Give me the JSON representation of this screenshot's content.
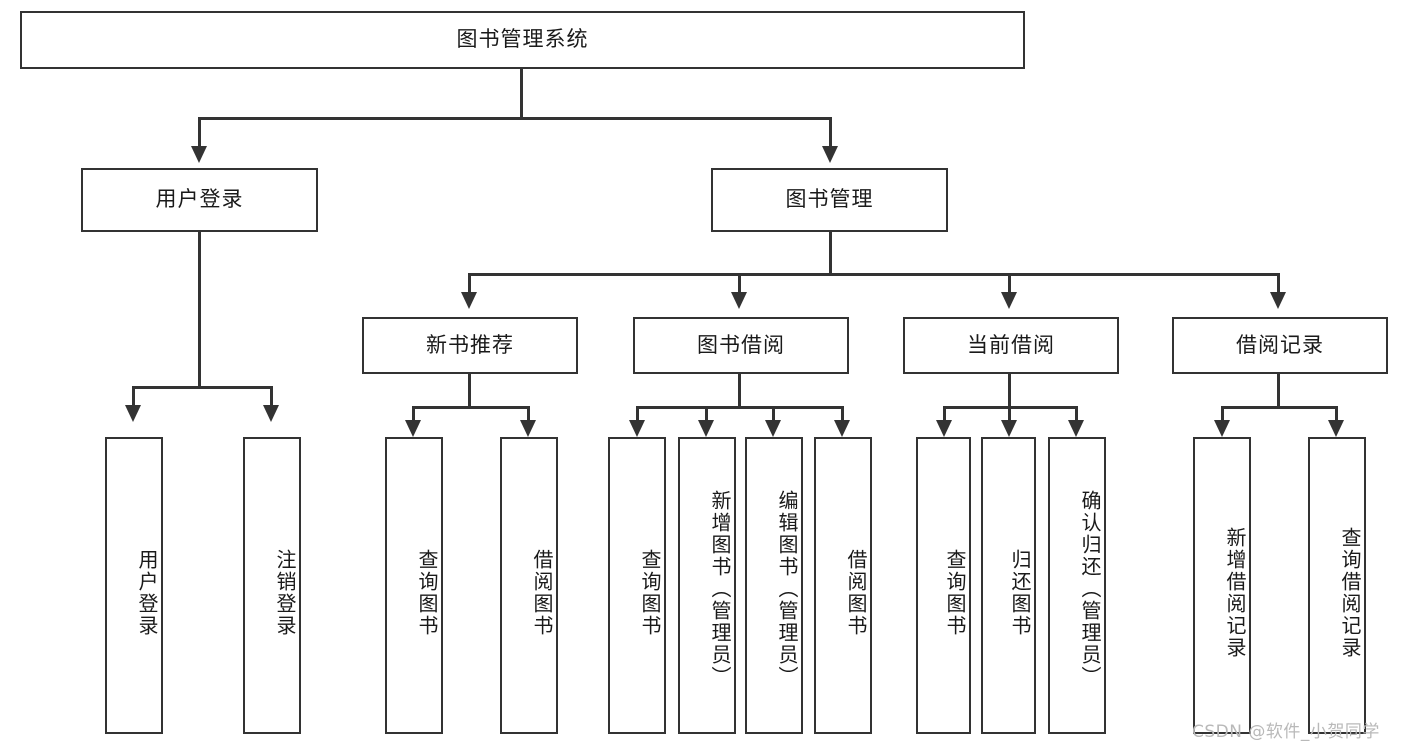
{
  "diagram": {
    "type": "tree-hierarchy",
    "title": "图书管理系统",
    "root": {
      "label": "图书管理系统"
    },
    "level2": [
      {
        "label": "用户登录"
      },
      {
        "label": "图书管理"
      }
    ],
    "level3": [
      {
        "label": "新书推荐"
      },
      {
        "label": "图书借阅"
      },
      {
        "label": "当前借阅"
      },
      {
        "label": "借阅记录"
      }
    ],
    "leaves": {
      "user_login": [
        {
          "label": "用户登录"
        },
        {
          "label": "注销登录"
        }
      ],
      "new_book_recommend": [
        {
          "label": "查询图书"
        },
        {
          "label": "借阅图书"
        }
      ],
      "book_borrow": [
        {
          "label": "查询图书"
        },
        {
          "label": "新增图书（管理员）"
        },
        {
          "label": "编辑图书（管理员）"
        },
        {
          "label": "借阅图书"
        }
      ],
      "current_borrow": [
        {
          "label": "查询图书"
        },
        {
          "label": "归还图书"
        },
        {
          "label": "确认归还（管理员）"
        }
      ],
      "borrow_record": [
        {
          "label": "新增借阅记录"
        },
        {
          "label": "查询借阅记录"
        }
      ]
    }
  },
  "watermark": {
    "text": "CSDN @软件_小贺同学"
  },
  "colors": {
    "stroke": "#333333",
    "background": "#ffffff",
    "text": "#1a1a1a",
    "watermark": "#b9b9b9"
  }
}
